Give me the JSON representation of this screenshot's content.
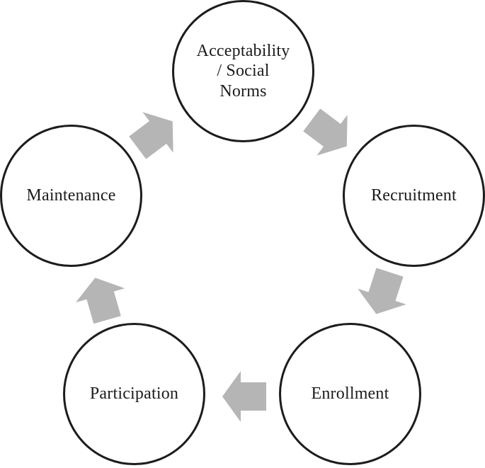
{
  "diagram": {
    "type": "cycle",
    "nodes": [
      {
        "id": "acceptability",
        "label": "Acceptability\n/ Social\nNorms"
      },
      {
        "id": "recruitment",
        "label": "Recruitment"
      },
      {
        "id": "enrollment",
        "label": "Enrollment"
      },
      {
        "id": "participation",
        "label": "Participation"
      },
      {
        "id": "maintenance",
        "label": "Maintenance"
      }
    ],
    "arrows": [
      {
        "from": "maintenance",
        "to": "acceptability",
        "direction": "up-right"
      },
      {
        "from": "acceptability",
        "to": "recruitment",
        "direction": "down-right"
      },
      {
        "from": "recruitment",
        "to": "enrollment",
        "direction": "down-left"
      },
      {
        "from": "enrollment",
        "to": "participation",
        "direction": "left"
      },
      {
        "from": "participation",
        "to": "maintenance",
        "direction": "up-left"
      }
    ],
    "colors": {
      "arrow": "#b5b5b5",
      "circle_stroke": "#1c1c1c",
      "text": "#1c1c1c",
      "background": "#ffffff"
    }
  }
}
